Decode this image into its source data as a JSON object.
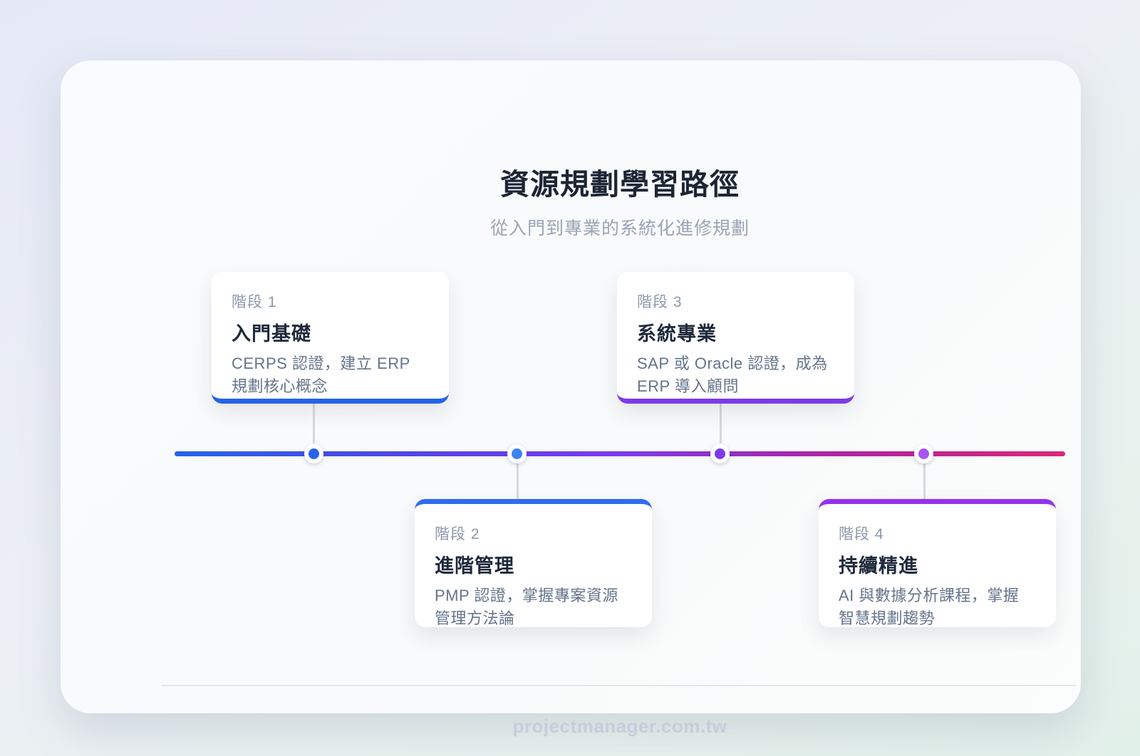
{
  "header": {
    "title": "資源規劃學習路徑",
    "subtitle": "從入門到專業的系統化進修規劃"
  },
  "stages": [
    {
      "label": "階段 1",
      "title": "入門基礎",
      "description": "CERPS 認證，建立 ERP 規劃核心概念",
      "accent_color": "#2563eb",
      "side": "top"
    },
    {
      "label": "階段 2",
      "title": "進階管理",
      "description": "PMP 認證，掌握專案資源管理方法論",
      "accent_color": "#2f6bef",
      "side": "bottom"
    },
    {
      "label": "階段 3",
      "title": "系統專業",
      "description": "SAP 或 Oracle 認證，成為 ERP 導入顧問",
      "accent_color": "#7c3aed",
      "side": "top"
    },
    {
      "label": "階段 4",
      "title": "持續精進",
      "description": "AI 與數據分析課程，掌握智慧規劃趨勢",
      "accent_color": "#9333ea",
      "side": "bottom"
    }
  ],
  "timeline": {
    "gradient": [
      "#2563eb",
      "#4f46e5",
      "#7c3aed",
      "#b0249f",
      "#db2777"
    ],
    "dot_colors": [
      "#2563eb",
      "#3b82f6",
      "#7c3aed",
      "#a855f7"
    ]
  },
  "footer": {
    "text": "projectmanager.com.tw"
  }
}
